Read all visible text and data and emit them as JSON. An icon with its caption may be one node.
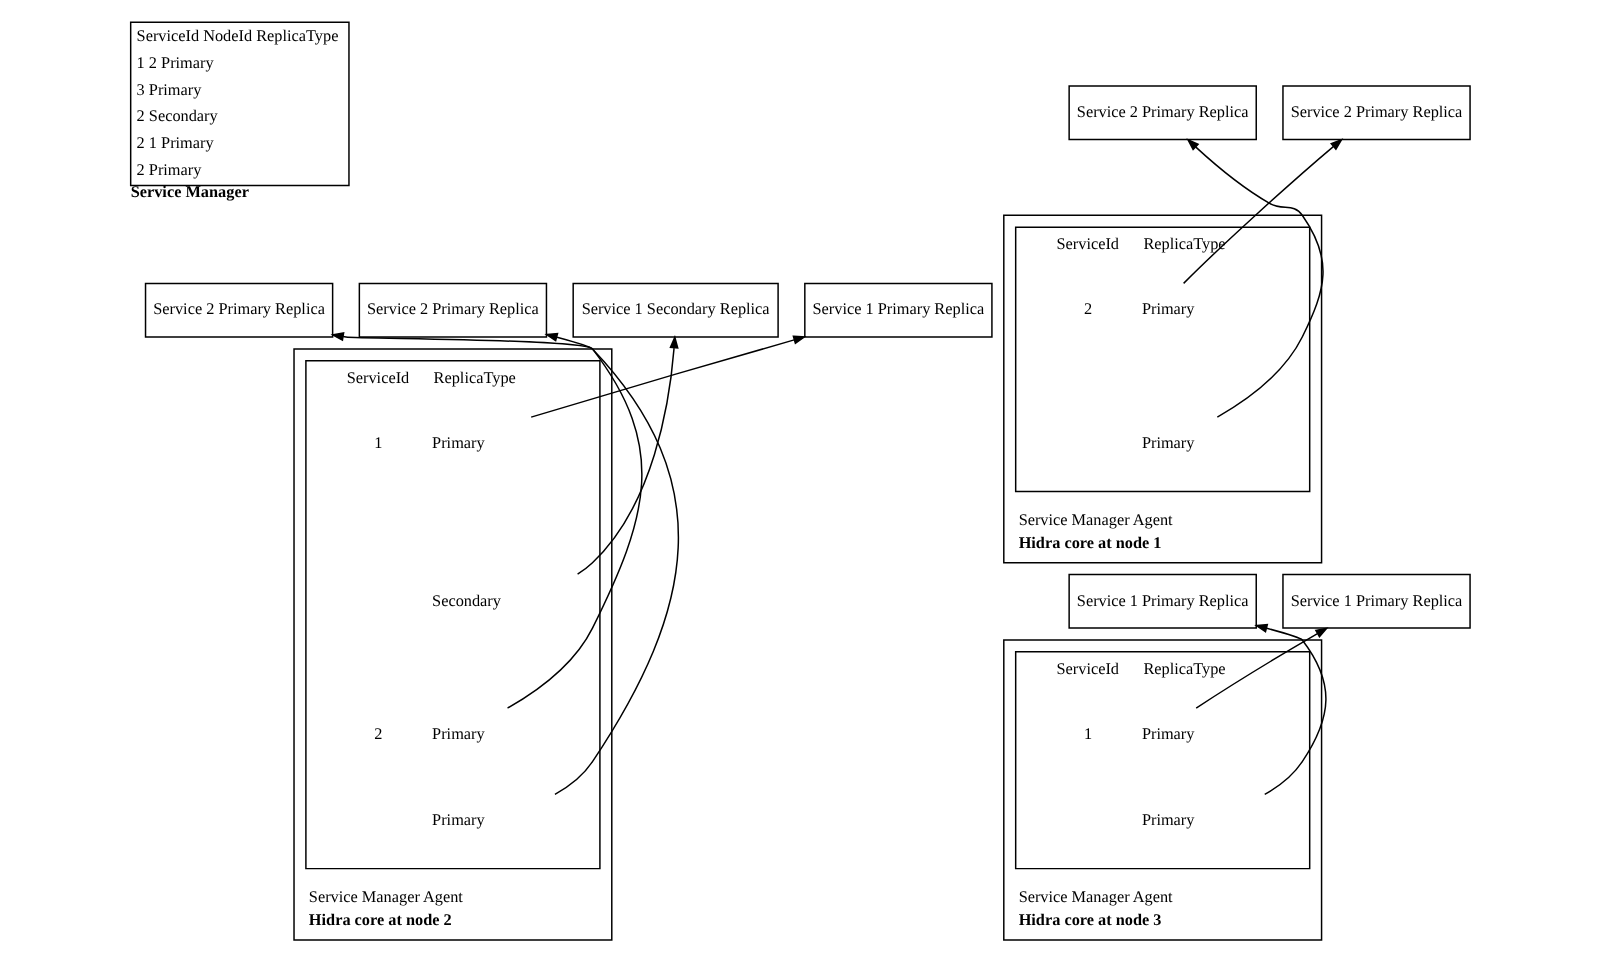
{
  "diagram": {
    "nodes": [
      {
        "text": [
          "ServiceId NodeId ReplicaType",
          "1 2 Primary",
          "3 Primary",
          "2 Secondary",
          "2 1 Primary",
          "2 Primary",
          "Service Manager"
        ]
      },
      {
        "text": [
          "Service 2 Primary Replica"
        ]
      },
      {
        "text": [
          "Service 2 Primary Replica"
        ]
      },
      {
        "text": [
          "Service Manager Agent",
          "Hidra core at node 1"
        ]
      },
      {
        "text": [
          "ServiceId",
          "ReplicaType"
        ],
        "in": 3
      },
      {
        "text": [
          "2",
          "Primary"
        ],
        "in": 4
      },
      {
        "text": [
          "Primary"
        ],
        "in": 4
      },
      {
        "text": [
          "Service 2 Primary Replica"
        ]
      },
      {
        "text": [
          "Service 2 Primary Replica"
        ]
      },
      {
        "text": [
          "Service 1 Primary Replica"
        ]
      },
      {
        "text": [
          "Service 1 Secondary Replica"
        ]
      },
      {
        "text": [
          "Service Manager Agent",
          "Hidra core at node 2"
        ]
      },
      {
        "text": [
          "ServiceId",
          "ReplicaType"
        ],
        "in": 11
      },
      {
        "text": [
          "1",
          "Primary"
        ],
        "in": 12
      },
      {
        "text": [
          "Secondary"
        ],
        "in": 12
      },
      {
        "text": [
          "2",
          "Primary"
        ],
        "in": 12
      },
      {
        "text": [
          "Primary"
        ],
        "in": 12
      },
      {
        "text": [
          "Service 1 Primary Replica"
        ]
      },
      {
        "text": [
          "Service 1 Primary Replica"
        ]
      },
      {
        "text": [
          "Service Manager Agent",
          "Hidra core at node 3"
        ]
      },
      {
        "text": [
          "ServiceId",
          "ReplicaType"
        ],
        "in": 19
      },
      {
        "text": [
          "1",
          "Primary"
        ],
        "in": 20
      },
      {
        "text": [
          "Primary"
        ],
        "in": 20
      }
    ],
    "edges": [
      {
        "from": 5,
        "to": 2,
        "arrow": "to"
      },
      {
        "from": 6,
        "to": 1,
        "arrow": "to"
      },
      {
        "from": 13,
        "to": 9,
        "arrow": "to"
      },
      {
        "from": 14,
        "to": 10,
        "arrow": "to"
      },
      {
        "from": 15,
        "to": 8,
        "arrow": "to"
      },
      {
        "from": 16,
        "to": 7,
        "arrow": "to"
      },
      {
        "from": 21,
        "to": 18,
        "arrow": "to"
      },
      {
        "from": 22,
        "to": 17,
        "arrow": "to"
      }
    ]
  }
}
